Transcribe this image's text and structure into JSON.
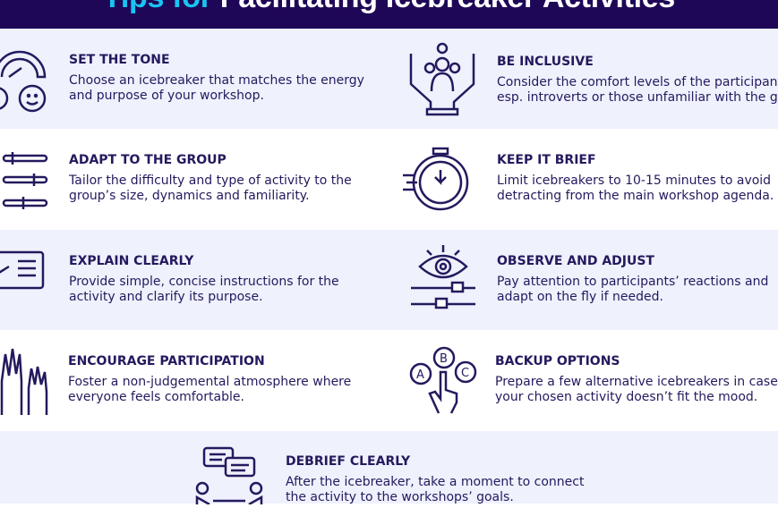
{
  "header": {
    "title_highlight": "Tips for",
    "title_rest": "Facilitating Icebreaker Activities"
  },
  "tips": [
    {
      "title": "SET THE TONE",
      "line1": "Choose an icebreaker that matches the energy",
      "line2": "and purpose of your workshop.",
      "icon": "speedometer-smiley-icon"
    },
    {
      "title": "BE INCLUSIVE",
      "line1": "Consider the comfort levels of the participants,",
      "line2": "esp. introverts or those unfamiliar with the group.",
      "icon": "hands-people-icon"
    },
    {
      "title": "ADAPT TO THE GROUP",
      "line1": "Tailor the difficulty and type of activity to the",
      "line2": "group’s size, dynamics and familiarity.",
      "icon": "sliders-icon"
    },
    {
      "title": "KEEP IT BRIEF",
      "line1": "Limit icebreakers to 10-15 minutes to avoid",
      "line2": "detracting from the main workshop agenda.",
      "icon": "stopwatch-icon"
    },
    {
      "title": "EXPLAIN CLEARLY",
      "line1": "Provide simple, concise instructions for the",
      "line2": "activity and clarify its purpose.",
      "icon": "instruction-card-icon"
    },
    {
      "title": "OBSERVE AND ADJUST",
      "line1": "Pay attention to participants’ reactions and",
      "line2": "adapt on the fly if needed.",
      "icon": "eye-sliders-icon"
    },
    {
      "title": "ENCOURAGE PARTICIPATION",
      "line1": "Foster a non-judgemental atmosphere where",
      "line2": "everyone feels comfortable.",
      "icon": "raised-hands-icon"
    },
    {
      "title": "BACKUP OPTIONS",
      "line1": "Prepare a few alternative icebreakers in case",
      "line2": "your chosen activity doesn’t fit the mood.",
      "icon": "abc-choice-icon"
    },
    {
      "title": "DEBRIEF CLEARLY",
      "line1": "After the icebreaker, take a moment to connect",
      "line2": "the activity to the workshops’ goals.",
      "icon": "discussion-icon"
    }
  ],
  "colors": {
    "header": "#1f0757",
    "accent": "#19c4f2",
    "text": "#231a5e",
    "band": "#eff1fd"
  }
}
